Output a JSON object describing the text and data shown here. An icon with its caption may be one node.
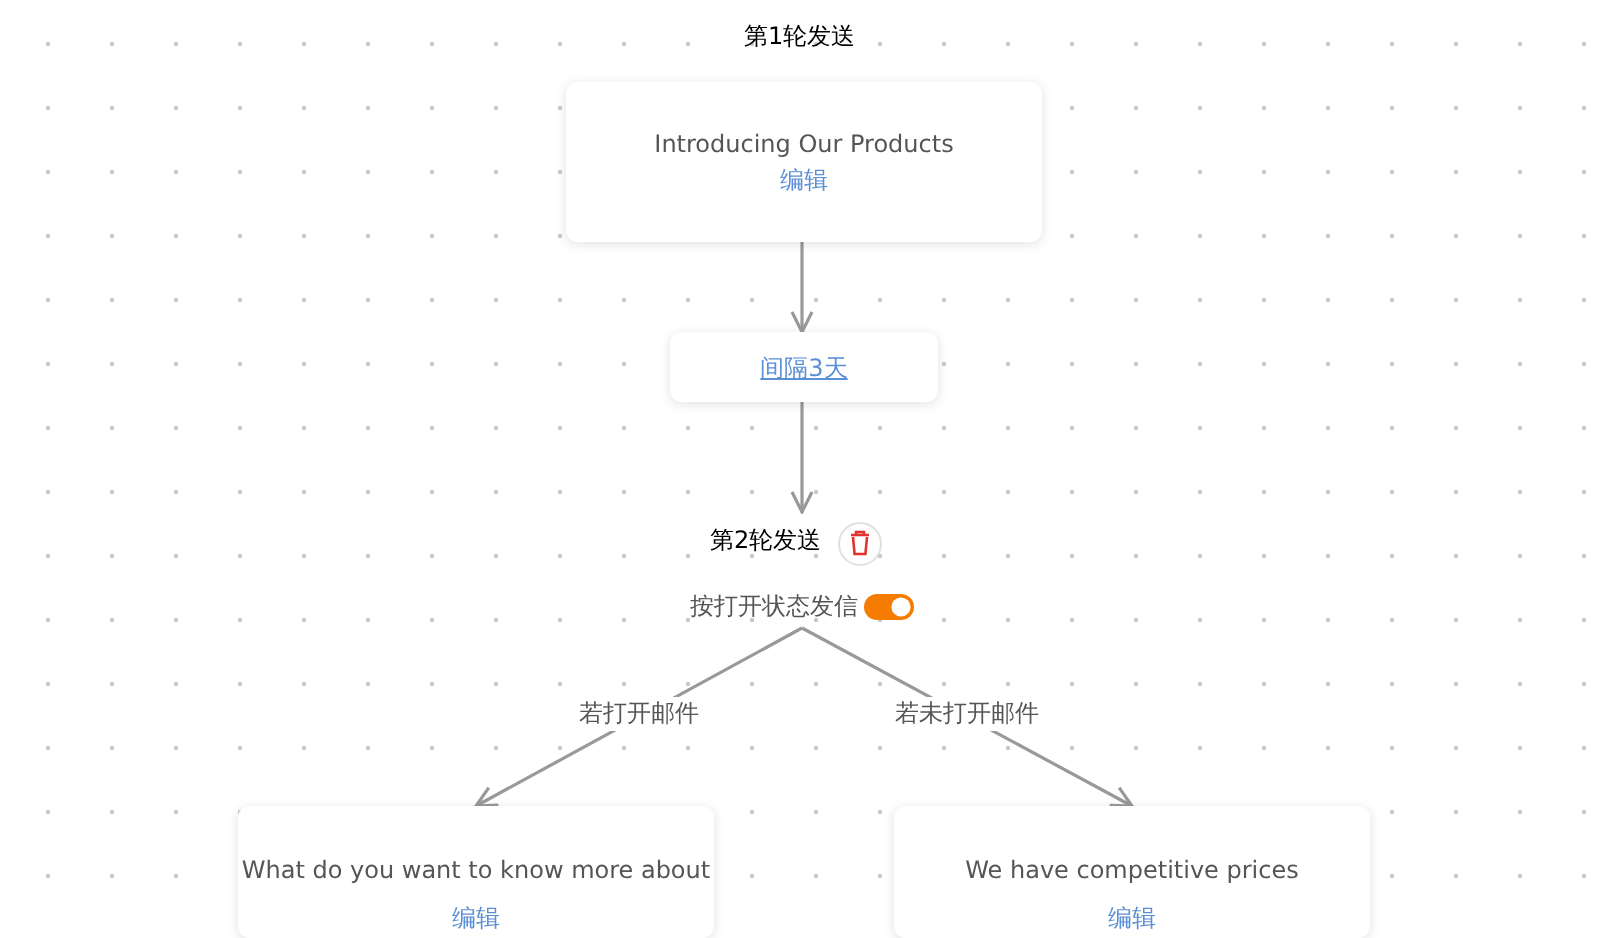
{
  "diagram": {
    "nodes": [
      {
        "text": [
          "Introducing Our Products",
          "编辑"
        ]
      },
      {
        "text": [
          "间隔3天"
        ]
      },
      {
        "text": [
          "第2轮发送"
        ]
      },
      {
        "text": [
          "按打开状态发信"
        ]
      },
      {
        "text": [
          "What do you want to know more about",
          "编辑"
        ]
      },
      {
        "text": [
          "We have competitive prices",
          "编辑"
        ]
      }
    ],
    "edges": [
      {
        "from": 0,
        "to": 1,
        "arrow": "to"
      },
      {
        "from": 1,
        "to": 2,
        "arrow": "to"
      },
      {
        "from": 3,
        "to": 4,
        "arrow": "to",
        "label": "若打开邮件"
      },
      {
        "from": 3,
        "to": 5,
        "arrow": "to",
        "label": "若未打开邮件"
      }
    ],
    "labels": [
      "第1轮发送"
    ]
  }
}
